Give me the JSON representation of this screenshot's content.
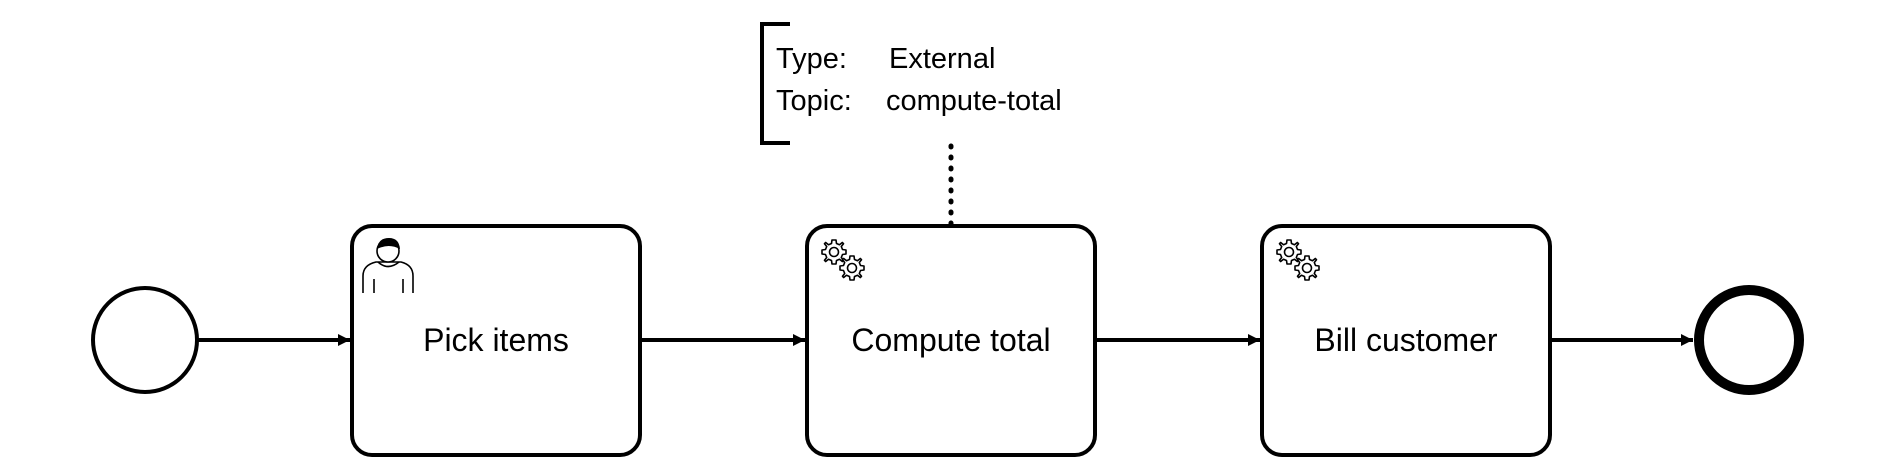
{
  "annotation": {
    "type_key": "Type:",
    "type_value": "External",
    "topic_key": "Topic:",
    "topic_value": "compute-total"
  },
  "tasks": [
    {
      "label": "Pick items",
      "kind": "user-task",
      "icon": "user-icon"
    },
    {
      "label": "Compute total",
      "kind": "service-task",
      "icon": "gears-icon"
    },
    {
      "label": "Bill customer",
      "kind": "service-task",
      "icon": "gears-icon"
    }
  ],
  "events": {
    "start": "start-event",
    "end": "end-event"
  },
  "colors": {
    "stroke": "#000000",
    "fill": "#ffffff"
  }
}
